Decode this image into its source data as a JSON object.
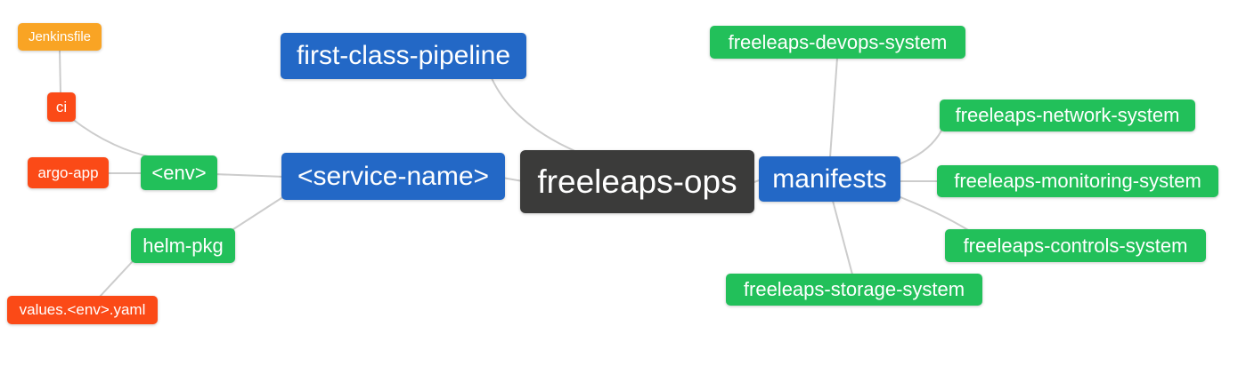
{
  "diagram": {
    "type": "mindmap",
    "background": "#ffffff",
    "link_color": "#cccccc",
    "palette": {
      "root": "#3b3b3a",
      "level1": "#2368c6",
      "level2": "#22c05a",
      "level3": "#fb4a17",
      "level4": "#f9a424"
    },
    "nodes": {
      "freeleaps_ops": {
        "label": "freeleaps-ops",
        "level": "root"
      },
      "first_class_pipeline": {
        "label": "first-class-pipeline",
        "level": "level1"
      },
      "service_name": {
        "label": "<service-name>",
        "level": "level1"
      },
      "manifests": {
        "label": "manifests",
        "level": "level1"
      },
      "env": {
        "label": "<env>",
        "level": "level2"
      },
      "helm_pkg": {
        "label": "helm-pkg",
        "level": "level2"
      },
      "ci": {
        "label": "ci",
        "level": "level3"
      },
      "argo_app": {
        "label": "argo-app",
        "level": "level3"
      },
      "values_env_yaml": {
        "label": "values.<env>.yaml",
        "level": "level3"
      },
      "jenkinsfile": {
        "label": "Jenkinsfile",
        "level": "level4"
      },
      "freeleaps_devops_system": {
        "label": "freeleaps-devops-system",
        "level": "level2"
      },
      "freeleaps_network_system": {
        "label": "freeleaps-network-system",
        "level": "level2"
      },
      "freeleaps_monitoring_system": {
        "label": "freeleaps-monitoring-system",
        "level": "level2"
      },
      "freeleaps_controls_system": {
        "label": "freeleaps-controls-system",
        "level": "level2"
      },
      "freeleaps_storage_system": {
        "label": "freeleaps-storage-system",
        "level": "level2"
      }
    },
    "edges": [
      {
        "from": "freeleaps_ops",
        "to": "first_class_pipeline"
      },
      {
        "from": "freeleaps_ops",
        "to": "service_name"
      },
      {
        "from": "freeleaps_ops",
        "to": "manifests"
      },
      {
        "from": "service_name",
        "to": "env"
      },
      {
        "from": "service_name",
        "to": "helm_pkg"
      },
      {
        "from": "env",
        "to": "ci"
      },
      {
        "from": "env",
        "to": "argo_app"
      },
      {
        "from": "ci",
        "to": "jenkinsfile"
      },
      {
        "from": "helm_pkg",
        "to": "values_env_yaml"
      },
      {
        "from": "manifests",
        "to": "freeleaps_devops_system"
      },
      {
        "from": "manifests",
        "to": "freeleaps_network_system"
      },
      {
        "from": "manifests",
        "to": "freeleaps_monitoring_system"
      },
      {
        "from": "manifests",
        "to": "freeleaps_controls_system"
      },
      {
        "from": "manifests",
        "to": "freeleaps_storage_system"
      }
    ]
  }
}
